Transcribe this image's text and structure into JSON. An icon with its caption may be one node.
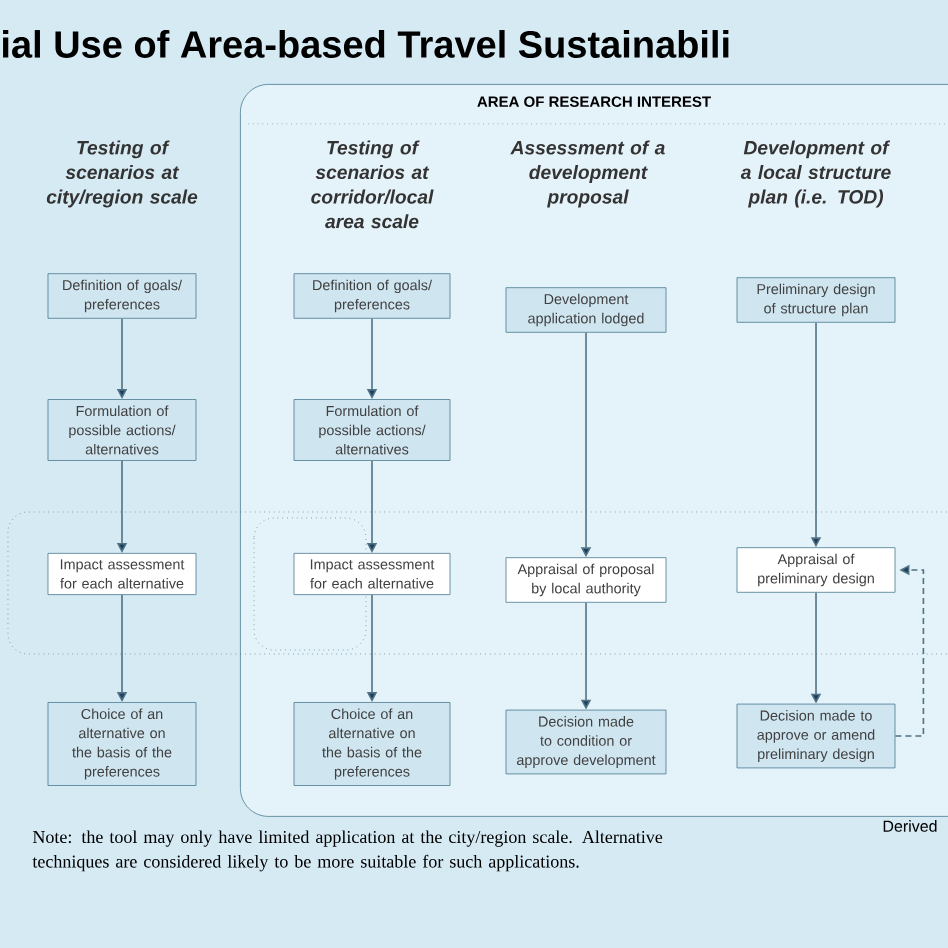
{
  "diagram": {
    "title": "ial Use of Area-based Travel Sustainabili",
    "nodes": [
      {
        "text": [
          "AREA OF RESEARCH INTEREST"
        ]
      },
      {
        "text": [
          "Definition of goals/ preferences"
        ]
      },
      {
        "text": [
          "Formulation of possible actions/ alternatives"
        ]
      },
      {
        "text": [
          "Impact assessment for each alternative"
        ]
      },
      {
        "text": [
          "Choice of an alternative on the basis of the preferences"
        ]
      },
      {
        "text": [
          "Definition of goals/ preferences"
        ],
        "in": 0
      },
      {
        "text": [
          "Formulation of possible actions/ alternatives"
        ],
        "in": 0
      },
      {
        "text": [
          "Impact assessment for each alternative"
        ],
        "in": 0
      },
      {
        "text": [
          "Choice of an alternative on the basis of the preferences"
        ],
        "in": 0
      },
      {
        "text": [
          "Development application lodged"
        ],
        "in": 0
      },
      {
        "text": [
          "Appraisal of proposal by local authority"
        ],
        "in": 0
      },
      {
        "text": [
          "Decision made to condition or approve development"
        ],
        "in": 0
      },
      {
        "text": [
          "Preliminary design of structure plan"
        ],
        "in": 0
      },
      {
        "text": [
          "Appraisal of preliminary design"
        ],
        "in": 0
      },
      {
        "text": [
          "Decision made to approve or amend preliminary design"
        ],
        "in": 0
      }
    ],
    "edges": [
      {
        "from": 1,
        "to": 2,
        "arrow": "to"
      },
      {
        "from": 2,
        "to": 3,
        "arrow": "to"
      },
      {
        "from": 3,
        "to": 4,
        "arrow": "to"
      },
      {
        "from": 5,
        "to": 6,
        "arrow": "to"
      },
      {
        "from": 6,
        "to": 7,
        "arrow": "to"
      },
      {
        "from": 7,
        "to": 8,
        "arrow": "to"
      },
      {
        "from": 9,
        "to": 10,
        "arrow": "to"
      },
      {
        "from": 10,
        "to": 11,
        "arrow": "to"
      },
      {
        "from": 12,
        "to": 13,
        "arrow": "to"
      },
      {
        "from": 13,
        "to": 14,
        "arrow": "to"
      },
      {
        "from": 14,
        "to": 13,
        "arrow": "to",
        "style": "dashed"
      }
    ],
    "labels": [
      "Testing of scenarios at city/region scale",
      "Testing of scenarios at corridor/local area scale",
      "Assessment of a development proposal",
      "Development of a local structure plan (i.e. TOD)",
      "Note: the tool may only have limited application at the city/region scale. Alternative techniques are considered likely to be more suitable for such applications.",
      "Derived"
    ]
  }
}
